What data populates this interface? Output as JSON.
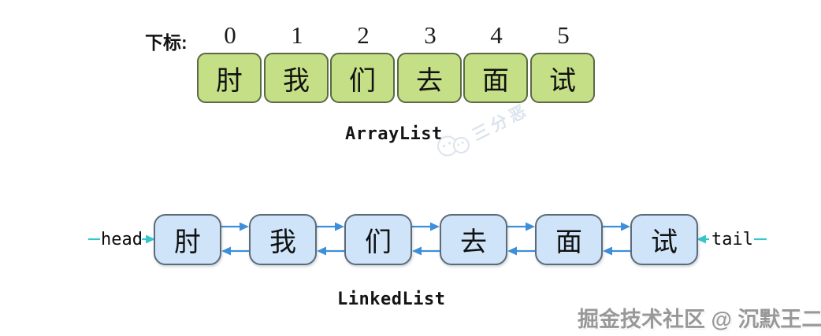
{
  "array_section": {
    "index_label": "下标:",
    "indices": [
      "0",
      "1",
      "2",
      "3",
      "4",
      "5"
    ],
    "cells": [
      "肘",
      "我",
      "们",
      "去",
      "面",
      "试"
    ],
    "caption": "ArrayList",
    "cell_fill": "#c5df87",
    "cell_border": "#5a6a45"
  },
  "linked_section": {
    "caption": "LinkedList",
    "head_label": "head",
    "tail_label": "tail",
    "nodes": [
      "肘",
      "我",
      "们",
      "去",
      "面",
      "试"
    ],
    "node_fill": "#cfe4f8",
    "node_border": "#5c6b7a",
    "next_prev_arrow_color": "#3e8fda",
    "head_tail_pointer_color": "#35c6cb"
  },
  "watermarks": {
    "center_text": "三分恶",
    "center_icon": "wechat-icon",
    "bottom_right": "掘金技术社区 @ 沉默王二"
  }
}
